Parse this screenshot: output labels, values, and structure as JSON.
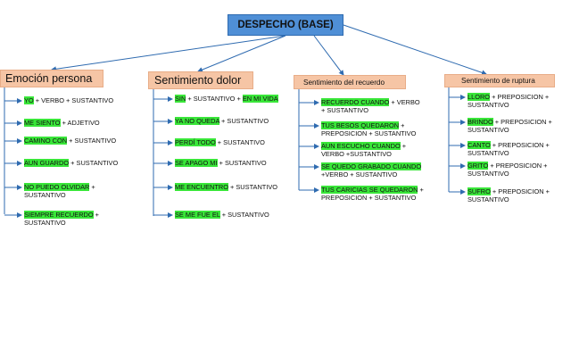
{
  "root": {
    "label": "DESPECHO (BASE)"
  },
  "categories": [
    {
      "label": "Emoción persona",
      "items": [
        {
          "line1": [
            {
              "t": "YO",
              "hl": true
            },
            {
              "t": " + VERBO + SUSTANTIVO",
              "hl": false
            }
          ],
          "line2": ""
        },
        {
          "line1": [
            {
              "t": "ME SIENTO",
              "hl": true
            },
            {
              "t": " + ADJETIVO",
              "hl": false
            }
          ],
          "line2": ""
        },
        {
          "line1": [
            {
              "t": "CAMINO CON",
              "hl": true
            },
            {
              "t": " + SUSTANTIVO",
              "hl": false
            }
          ],
          "line2": ""
        },
        {
          "line1": [
            {
              "t": "AUN GUARDO",
              "hl": true
            },
            {
              "t": " + SUSTANTIVO",
              "hl": false
            }
          ],
          "line2": ""
        },
        {
          "line1": [
            {
              "t": "NO PUEDO OLVIDAR",
              "hl": true
            },
            {
              "t": " +",
              "hl": false
            }
          ],
          "line2": "SUSTANTIVO"
        },
        {
          "line1": [
            {
              "t": "SIEMPRE RECUERDO",
              "hl": true
            },
            {
              "t": " +",
              "hl": false
            }
          ],
          "line2": "SUSTANTIVO"
        }
      ]
    },
    {
      "label": "Sentimiento dolor",
      "items": [
        {
          "line1": [
            {
              "t": "SIN",
              "hl": true
            },
            {
              "t": " + SUSTANTIVO + ",
              "hl": false
            },
            {
              "t": "EN MI VIDA",
              "hl": true
            }
          ],
          "line2": ""
        },
        {
          "line1": [
            {
              "t": "YA NO QUEDA",
              "hl": true
            },
            {
              "t": " + SUSTANTIVO",
              "hl": false
            }
          ],
          "line2": ""
        },
        {
          "line1": [
            {
              "t": "PERDÍ TODO",
              "hl": true
            },
            {
              "t": " + SUSTANTIVO",
              "hl": false
            }
          ],
          "line2": ""
        },
        {
          "line1": [
            {
              "t": "SE APAGO MI",
              "hl": true
            },
            {
              "t": " + SUSTANTIVO",
              "hl": false
            }
          ],
          "line2": ""
        },
        {
          "line1": [
            {
              "t": "ME ENCUENTRO",
              "hl": true
            },
            {
              "t": " + SUSTANTIVO",
              "hl": false
            }
          ],
          "line2": ""
        },
        {
          "line1": [
            {
              "t": "SE ME FUE EL",
              "hl": true
            },
            {
              "t": " + SUSTANTIVO",
              "hl": false
            }
          ],
          "line2": ""
        }
      ]
    },
    {
      "label": "Sentimiento del recuerdo",
      "items": [
        {
          "line1": [
            {
              "t": "RECUERDO CUANDO",
              "hl": true
            },
            {
              "t": " + VERBO",
              "hl": false
            }
          ],
          "line2": "+ SUSTANTIVO"
        },
        {
          "line1": [
            {
              "t": "TUS BESOS QUEDARON",
              "hl": true
            },
            {
              "t": " +",
              "hl": false
            }
          ],
          "line2": "PREPOSICION + SUSTANTIVO"
        },
        {
          "line1": [
            {
              "t": "AUN ESCUCHO CUANDO",
              "hl": true
            },
            {
              "t": " +",
              "hl": false
            }
          ],
          "line2": "VERBO +SUSTANTIVO"
        },
        {
          "line1": [
            {
              "t": "SE QUEDO GRABADO CUANDO",
              "hl": true
            }
          ],
          "line2": "+VERBO + SUSTANTIVO"
        },
        {
          "line1": [
            {
              "t": "TUS CARICIAS SE QUEDARON",
              "hl": true
            },
            {
              "t": " +",
              "hl": false
            }
          ],
          "line2": "PREPOSICION + SUSTANTIVO"
        }
      ]
    },
    {
      "label": "Sentimiento de ruptura",
      "items": [
        {
          "line1": [
            {
              "t": "LLORO",
              "hl": true
            },
            {
              "t": " + PREPOSICION +",
              "hl": false
            }
          ],
          "line2": "SUSTANTIVO"
        },
        {
          "line1": [
            {
              "t": "BRINDO",
              "hl": true
            },
            {
              "t": " + PREPOSICION +",
              "hl": false
            }
          ],
          "line2": "SUSTANTIVO"
        },
        {
          "line1": [
            {
              "t": "CANTO",
              "hl": true
            },
            {
              "t": " + PREPOSICION +",
              "hl": false
            }
          ],
          "line2": "SUSTANTIVO"
        },
        {
          "line1": [
            {
              "t": "GRITO",
              "hl": true
            },
            {
              "t": " + PREPOSICION +",
              "hl": false
            }
          ],
          "line2": "SUSTANTIVO"
        },
        {
          "line1": [
            {
              "t": "SUFRO",
              "hl": true
            },
            {
              "t": " + PREPOSICION +",
              "hl": false
            }
          ],
          "line2": "SUSTANTIVO"
        }
      ]
    }
  ],
  "colors": {
    "root_fill": "#4f8fd6",
    "category_fill": "#f6c5a5",
    "highlight": "#39e639",
    "connector": "#2f6bb0"
  }
}
